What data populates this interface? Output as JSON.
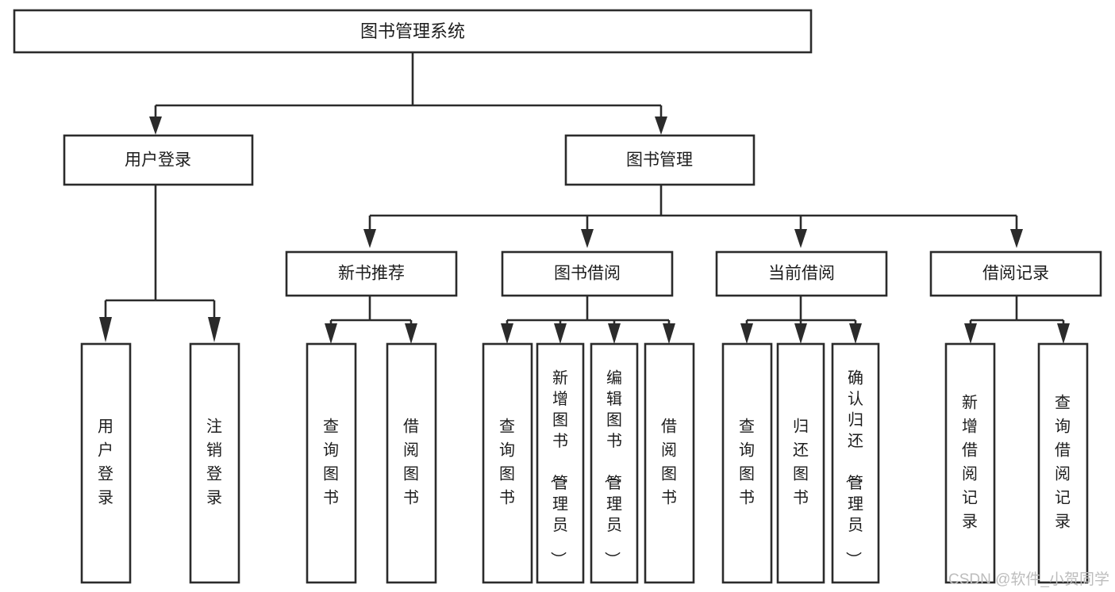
{
  "diagram": {
    "title": "图书管理系统",
    "type": "tree",
    "orientation": "top-down",
    "colors": {
      "background": "#ffffff",
      "stroke": "#2b2b2b",
      "node_fill": "#ffffff",
      "label": "#1d1d1d",
      "watermark": "#bdbdbd"
    },
    "levels": 4,
    "nodes": {
      "root": {
        "label": "图书管理系统",
        "text_orientation": "horizontal"
      },
      "level2": [
        {
          "id": "user-login",
          "label": "用户登录",
          "text_orientation": "horizontal"
        },
        {
          "id": "book-management",
          "label": "图书管理",
          "text_orientation": "horizontal"
        }
      ],
      "level3": [
        {
          "id": "new-book-recommend",
          "label": "新书推荐",
          "text_orientation": "horizontal",
          "parent": "book-management"
        },
        {
          "id": "book-borrow",
          "label": "图书借阅",
          "text_orientation": "horizontal",
          "parent": "book-management"
        },
        {
          "id": "current-borrow",
          "label": "当前借阅",
          "text_orientation": "horizontal",
          "parent": "book-management"
        },
        {
          "id": "borrow-record",
          "label": "借阅记录",
          "text_orientation": "horizontal",
          "parent": "book-management"
        }
      ],
      "leaves": [
        {
          "id": "leaf-user-login",
          "label": "用户登录",
          "text_orientation": "vertical",
          "parent": "user-login"
        },
        {
          "id": "leaf-user-logout",
          "label": "注销登录",
          "text_orientation": "vertical",
          "parent": "user-login"
        },
        {
          "id": "leaf-query-book-1",
          "label": "查询图书",
          "text_orientation": "vertical",
          "parent": "new-book-recommend"
        },
        {
          "id": "leaf-borrow-book-1",
          "label": "借阅图书",
          "text_orientation": "vertical",
          "parent": "new-book-recommend"
        },
        {
          "id": "leaf-query-book-2",
          "label": "查询图书",
          "text_orientation": "vertical",
          "parent": "book-borrow"
        },
        {
          "id": "leaf-add-book",
          "label": "新增图书（管理员）",
          "text_orientation": "vertical",
          "parent": "book-borrow"
        },
        {
          "id": "leaf-edit-book",
          "label": "编辑图书（管理员）",
          "text_orientation": "vertical",
          "parent": "book-borrow"
        },
        {
          "id": "leaf-borrow-book-2",
          "label": "借阅图书",
          "text_orientation": "vertical",
          "parent": "book-borrow"
        },
        {
          "id": "leaf-query-book-3",
          "label": "查询图书",
          "text_orientation": "vertical",
          "parent": "current-borrow"
        },
        {
          "id": "leaf-return-book",
          "label": "归还图书",
          "text_orientation": "vertical",
          "parent": "current-borrow"
        },
        {
          "id": "leaf-confirm-return",
          "label": "确认归还（管理员）",
          "text_orientation": "vertical",
          "parent": "current-borrow"
        },
        {
          "id": "leaf-add-record",
          "label": "新增借阅记录",
          "text_orientation": "vertical",
          "parent": "borrow-record"
        },
        {
          "id": "leaf-query-record",
          "label": "查询借阅记录",
          "text_orientation": "vertical",
          "parent": "borrow-record"
        }
      ]
    }
  },
  "watermark": {
    "text": "CSDN @软件_小贺同学"
  }
}
